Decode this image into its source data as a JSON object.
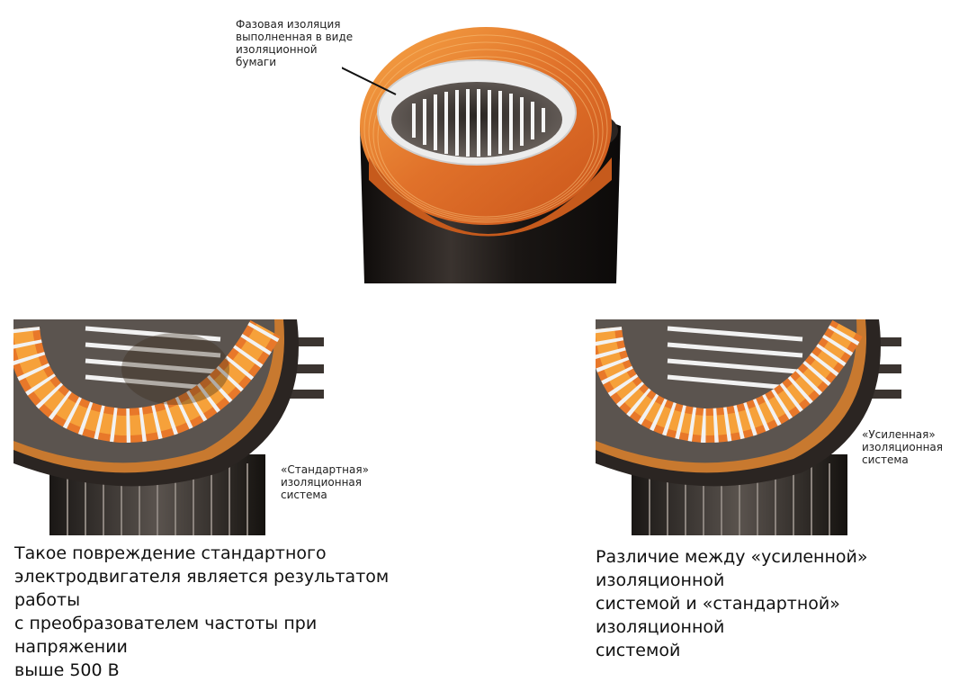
{
  "top_figure": {
    "callout": "Фазовая изоляция\nвыполненная в виде\nизоляционной\nбумаги"
  },
  "left_figure": {
    "label": "«Стандартная»\nизоляционная\nсистема",
    "caption": "Такое повреждение стандартного\nэлектродвигателя является результатом работы\nс преобразователем частоты при напряжении\nвыше 500 В"
  },
  "right_figure": {
    "label": "«Усиленная»\nизоляционная\nсистема",
    "caption": "Различие между «усиленной» изоляционной\nсистемой и «стандартной» изоляционной\nсистемой"
  },
  "colors": {
    "copper_light": "#f6a13a",
    "copper_dark": "#d8621a",
    "insulation_white": "#f2f2f2",
    "housing_dark": "#1e1a18",
    "slot_grey": "#9a9590"
  }
}
